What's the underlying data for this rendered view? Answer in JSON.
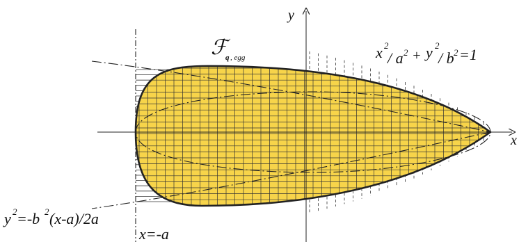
{
  "labels": {
    "egg_symbol": "ℱ",
    "egg_sub_q": "q",
    "egg_sub_egg": ", egg",
    "ellipse_x2": "x",
    "ellipse_x2_exp": "2",
    "ellipse_a2": "/ a",
    "ellipse_a2_exp": "2",
    "ellipse_plus": "+",
    "ellipse_y2": "y",
    "ellipse_y2_exp": "2",
    "ellipse_b2": "/ b",
    "ellipse_b2_exp": "2",
    "ellipse_rhs": "=1",
    "parabola_y": "y",
    "parabola_y_exp": "2",
    "parabola_mid": "=-b",
    "parabola_b_exp": "2",
    "parabola_rest": "(x-a)/2a",
    "line_label": "x=-a",
    "axis_y": "y",
    "axis_x": "x"
  },
  "colors": {
    "egg_fill": "#f7d44a",
    "outline": "#222222",
    "hatch": "#333333"
  }
}
